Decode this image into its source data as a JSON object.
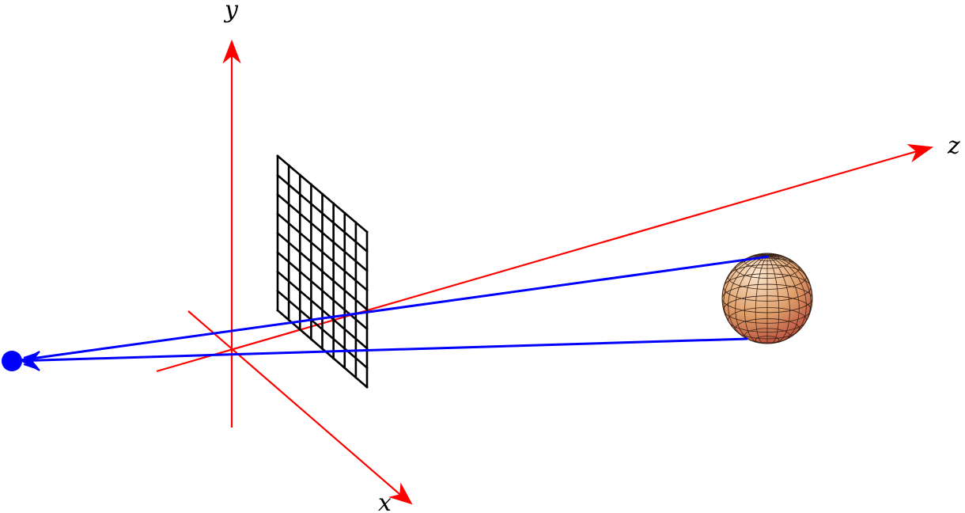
{
  "axes": {
    "x_label": "x",
    "y_label": "y",
    "z_label": "z"
  },
  "colors": {
    "axis": "#ff0000",
    "ray": "#0000ff",
    "grid": "#000000",
    "sphere_light": "#fbe6cf",
    "sphere_mid": "#e0a06a",
    "sphere_dark": "#b8463a",
    "sphere_lines": "#3a2418"
  },
  "image_plane": {
    "rows": 8,
    "cols": 8
  }
}
